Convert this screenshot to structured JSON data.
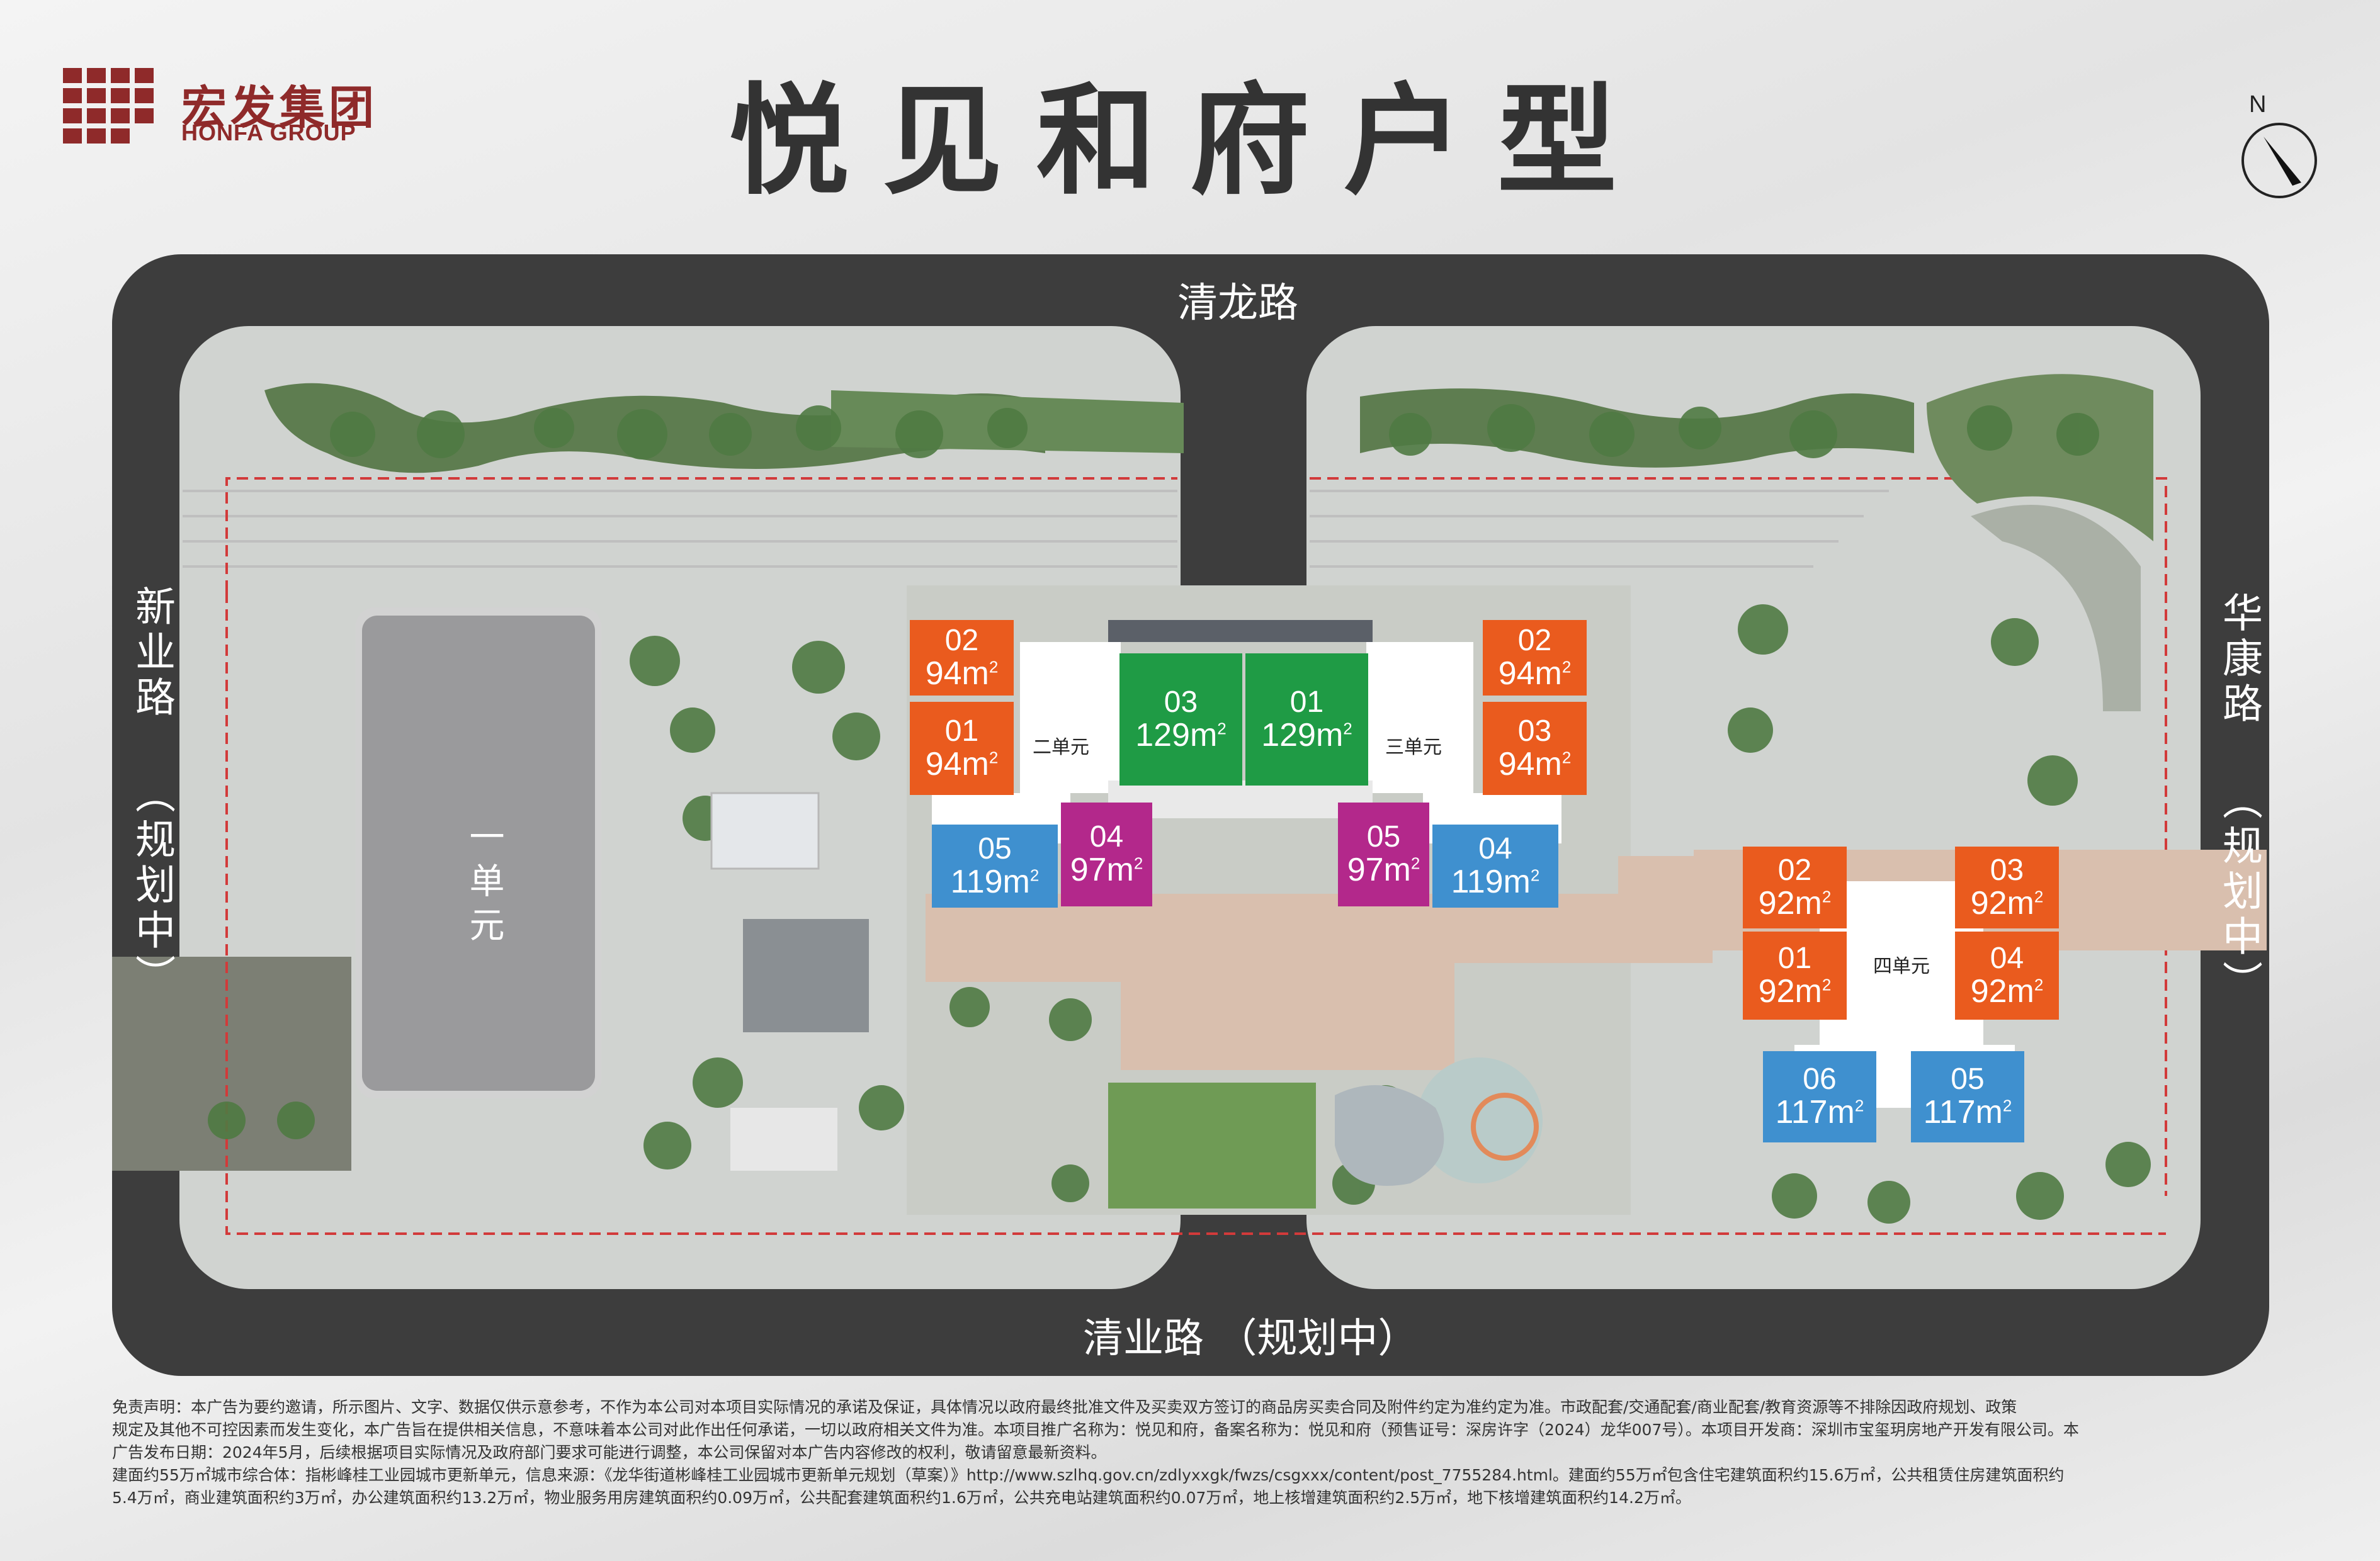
{
  "brand": {
    "name_cn": "宏发集团",
    "name_en": "HONFA GROUP",
    "color": "#8f2a2a"
  },
  "title": "悦见和府户型",
  "compass": {
    "label": "N"
  },
  "roads": {
    "north": "清龙路",
    "south": "清业路 （规划中）",
    "west": "新业路 （规划中）",
    "east": "华康路 （规划中）"
  },
  "buildings": {
    "unit1": "一单元",
    "unit2": "二单元",
    "unit3": "三单元",
    "unit4": "四单元"
  },
  "units": {
    "u2_02": {
      "no": "02",
      "area": "94m",
      "color": "#ea5b1e"
    },
    "u2_01": {
      "no": "01",
      "area": "94m",
      "color": "#ea5b1e"
    },
    "u2_03": {
      "no": "03",
      "area": "129m",
      "color": "#1f9b45"
    },
    "u2_05": {
      "no": "05",
      "area": "119m",
      "color": "#3f90cf"
    },
    "u2_04": {
      "no": "04",
      "area": "97m",
      "color": "#b3288b"
    },
    "u3_01": {
      "no": "01",
      "area": "129m",
      "color": "#1f9b45"
    },
    "u3_02": {
      "no": "02",
      "area": "94m",
      "color": "#ea5b1e"
    },
    "u3_03": {
      "no": "03",
      "area": "94m",
      "color": "#ea5b1e"
    },
    "u3_05": {
      "no": "05",
      "area": "97m",
      "color": "#b3288b"
    },
    "u3_04": {
      "no": "04",
      "area": "119m",
      "color": "#3f90cf"
    },
    "u4_02": {
      "no": "02",
      "area": "92m",
      "color": "#ea5b1e"
    },
    "u4_01": {
      "no": "01",
      "area": "92m",
      "color": "#ea5b1e"
    },
    "u4_03": {
      "no": "03",
      "area": "92m",
      "color": "#ea5b1e"
    },
    "u4_04": {
      "no": "04",
      "area": "92m",
      "color": "#ea5b1e"
    },
    "u4_06": {
      "no": "06",
      "area": "117m",
      "color": "#3f90cf"
    },
    "u4_05": {
      "no": "05",
      "area": "117m",
      "color": "#3f90cf"
    },
    "sup": "2"
  },
  "disclaimer": {
    "line1": "免责声明：本广告为要约邀请，所示图片、文字、数据仅供示意参考，不作为本公司对本项目实际情况的承诺及保证，具体情况以政府最终批准文件及买卖双方签订的商品房买卖合同及附件约定为准约定为准。市政配套/交通配套/商业配套/教育资源等不排除因政府规划、政策",
    "line2": "规定及其他不可控因素而发生变化，本广告旨在提供相关信息，不意味着本公司对此作出任何承诺，一切以政府相关文件为准。本项目推广名称为：悦见和府，备案名称为：悦见和府（预售证号：深房许字（2024）龙华007号）。本项目开发商：深圳市宝玺玥房地产开发有限公司。本",
    "line3": "广告发布日期：2024年5月，后续根据项目实际情况及政府部门要求可能进行调整，本公司保留对本广告内容修改的权利，敬请留意最新资料。",
    "line4": "建面约55万㎡城市综合体：指彬峰桂工业园城市更新单元，信息来源：《龙华街道彬峰桂工业园城市更新单元规划（草案）》http://www.szlhq.gov.cn/zdlyxxgk/fwzs/csgxxx/content/post_7755284.html。建面约55万㎡包含住宅建筑面积约15.6万㎡，公共租赁住房建筑面积约",
    "line5": "5.4万㎡，商业建筑面积约3万㎡，办公建筑面积约13.2万㎡，物业服务用房建筑面积约0.09万㎡，公共配套建筑面积约1.6万㎡，公共充电站建筑面积约0.07万㎡，地上核增建筑面积约2.5万㎡，地下核增建筑面积约14.2万㎡。"
  }
}
